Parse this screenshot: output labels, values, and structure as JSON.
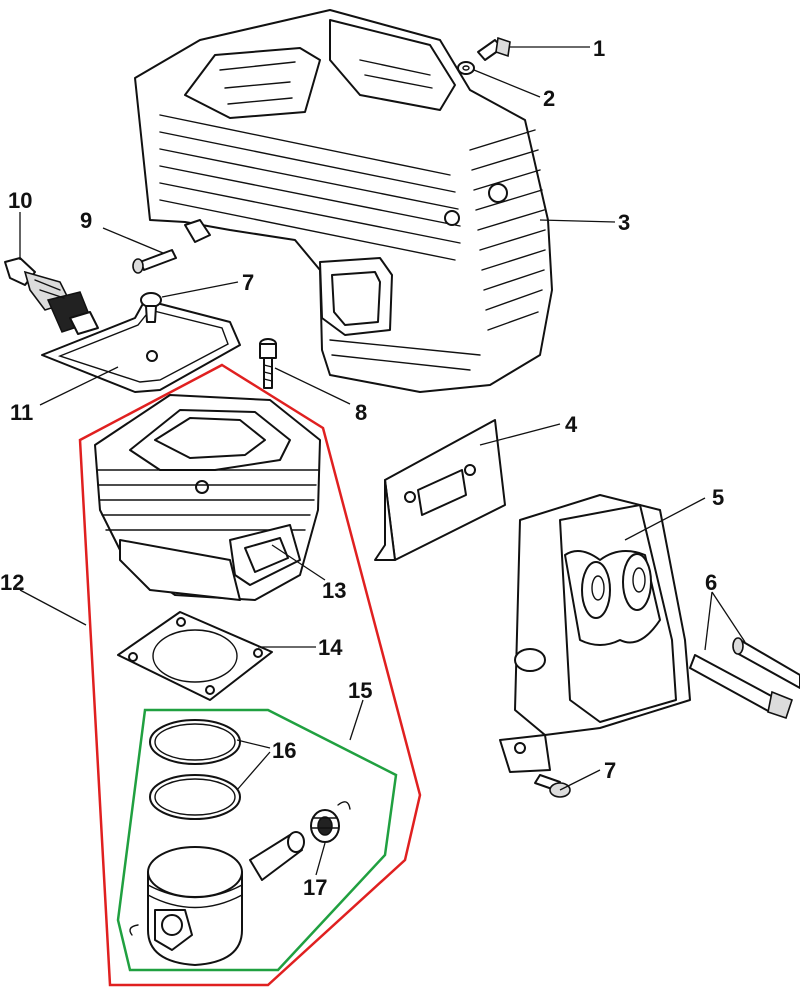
{
  "callouts": {
    "c1": "1",
    "c2": "2",
    "c3": "3",
    "c4": "4",
    "c5": "5",
    "c6": "6",
    "c7a": "7",
    "c7b": "7",
    "c8": "8",
    "c9": "9",
    "c10": "10",
    "c11": "11",
    "c12": "12",
    "c13": "13",
    "c14": "14",
    "c15": "15",
    "c16": "16",
    "c17": "17"
  },
  "colors": {
    "cylinder_kit_outline": "#e02020",
    "piston_kit_outline": "#20a040",
    "line": "#111111"
  }
}
